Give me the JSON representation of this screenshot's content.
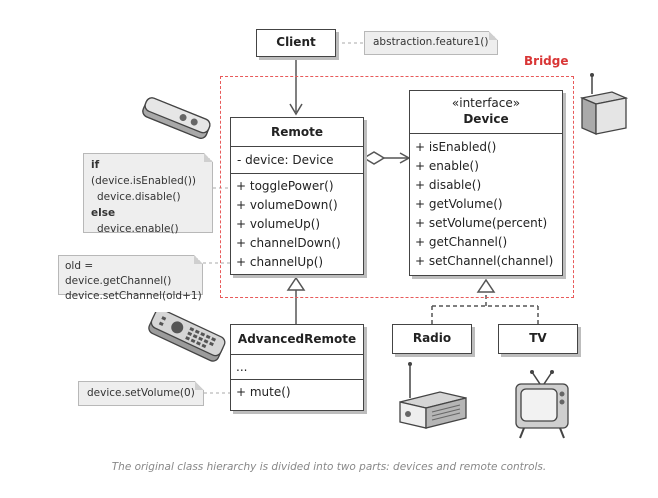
{
  "client": {
    "title": "Client"
  },
  "client_note": "abstraction.feature1()",
  "bridge_label": "Bridge",
  "remote": {
    "title": "Remote",
    "fields": [
      "- device: Device"
    ],
    "methods": [
      "+ togglePower()",
      "+ volumeDown()",
      "+ volumeUp()",
      "+ channelDown()",
      "+ channelUp()"
    ]
  },
  "device": {
    "stereotype": "«interface»",
    "title": "Device",
    "methods": [
      "+ isEnabled()",
      "+ enable()",
      "+ disable()",
      "+ getVolume()",
      "+ setVolume(percent)",
      "+ getChannel()",
      "+ setChannel(channel)"
    ]
  },
  "advanced_remote": {
    "title": "AdvancedRemote",
    "fields": [
      "..."
    ],
    "methods": [
      "+ mute()"
    ]
  },
  "radio": {
    "title": "Radio"
  },
  "tv": {
    "title": "TV"
  },
  "toggle_note": {
    "line1_kw": "if",
    "line1_rest": " (device.isEnabled())",
    "line2": "device.disable()",
    "line3_kw": "else",
    "line4": "device.enable()"
  },
  "channel_note": {
    "line1": "old = device.getChannel()",
    "line2": "device.setChannel(old+1)"
  },
  "mute_note": "device.setVolume(0)",
  "caption": "The original class hierarchy is divided into two parts: devices and remote controls."
}
